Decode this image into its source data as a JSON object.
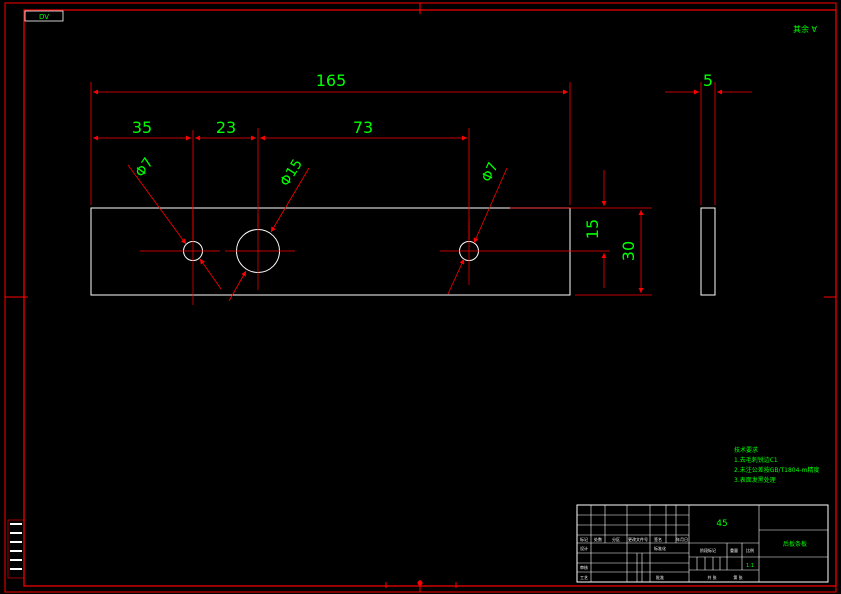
{
  "drawing": {
    "sheet_tag": "DV",
    "corner_mark": "其余 ∀",
    "colors": {
      "frame": "#ff0000",
      "part": "#ffffff",
      "dims": "#ff0000",
      "text": "#00ff00",
      "background": "#000000"
    }
  },
  "dimensions": {
    "overall_length": "165",
    "seg1": "35",
    "seg2": "23",
    "seg3": "73",
    "thickness": "5",
    "hole_center_height": "15",
    "width": "30",
    "hole_small_left": "Φ7",
    "hole_large": "Φ15",
    "hole_small_right": "Φ7"
  },
  "notes": {
    "title": "技术要求",
    "lines": [
      "1.去毛刺锐边C1",
      "2.未注公差按GB/T1804-m精度",
      "3.表面发黑处理"
    ]
  },
  "title_block": {
    "material": "45",
    "part_name": "后板条板",
    "labels": {
      "mark": "标记",
      "count": "处数",
      "zone": "分区",
      "doc": "更改文件号",
      "sign": "签名",
      "date": "年月日",
      "design": "设计",
      "standard": "标准化",
      "review": "审核",
      "process": "工艺",
      "approve": "批准",
      "stage": "阶段标记",
      "weight": "重量",
      "scale": "比例",
      "sheet_total": "共 张",
      "sheet_no": "第 张"
    },
    "scale_value": "1:1"
  }
}
